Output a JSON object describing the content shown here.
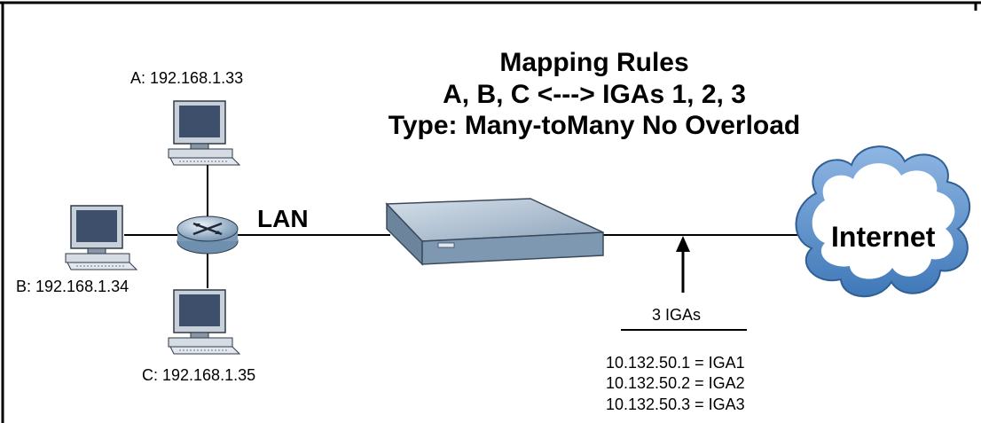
{
  "title": {
    "line1": "Mapping Rules",
    "line2": "A, B, C <---> IGAs 1, 2, 3",
    "line3": "Type: Many-toMany No Overload"
  },
  "hosts": {
    "a": "A: 192.168.1.33",
    "b": "B: 192.168.1.34",
    "c": "C: 192.168.1.35"
  },
  "lan_label": "LAN",
  "internet_label": "Internet",
  "igas": {
    "header": "3 IGAs",
    "lines": [
      "10.132.50.1 = IGA1",
      "10.132.50.2 = IGA2",
      "10.132.50.3 = IGA3"
    ]
  },
  "colors": {
    "monitor_screen": "#3e4f6b",
    "monitor_body": "#c8d0da",
    "router": "#9cb4cc",
    "device_top": "#b7c7d9",
    "device_front": "#7f98b2",
    "cloud_fill": "#ffffff",
    "cloud_outline": "#5b8fc9"
  }
}
